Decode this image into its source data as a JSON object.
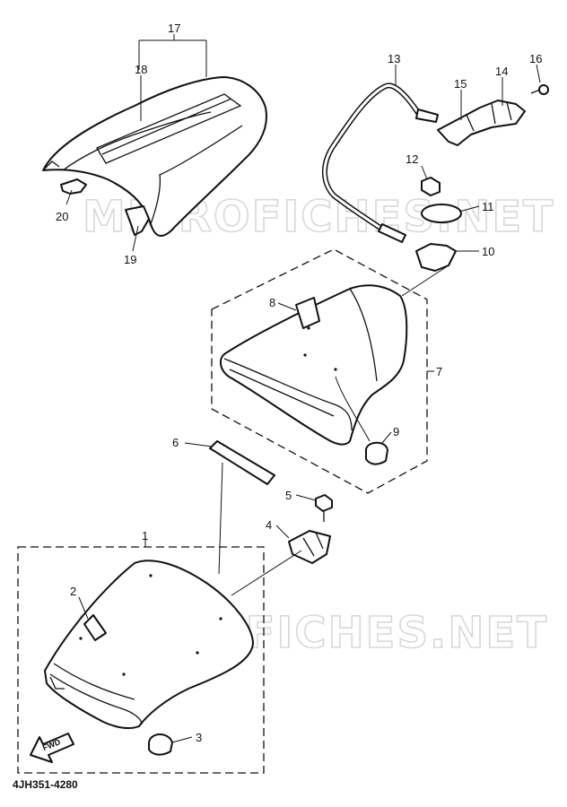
{
  "watermark": "MICROFICHES.NET",
  "part_code": "4JH351-4280",
  "fwd_label": "FWD",
  "callouts": {
    "c1": "1",
    "c2": "2",
    "c3": "3",
    "c4": "4",
    "c5": "5",
    "c6": "6",
    "c7": "7",
    "c8": "8",
    "c9": "9",
    "c10": "10",
    "c11": "11",
    "c12": "12",
    "c13": "13",
    "c14": "14",
    "c15": "15",
    "c16": "16",
    "c17": "17",
    "c18": "18",
    "c19": "19",
    "c20": "20"
  }
}
